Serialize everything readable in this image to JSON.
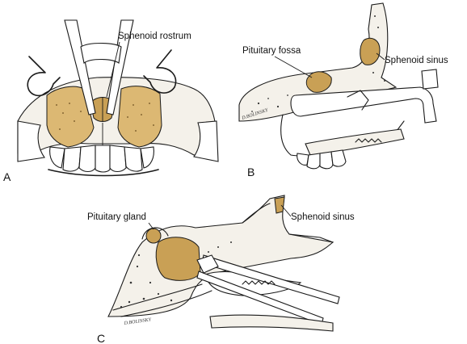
{
  "panels": {
    "a": {
      "letter": "A",
      "label_rostrum": "Sphenoid rostrum",
      "colors": {
        "sinus_fill": "#c9a055",
        "bone_fill": "#f4f1ea"
      }
    },
    "b": {
      "letter": "B",
      "label_fossa": "Pituitary fossa",
      "label_sinus": "Sphenoid sinus",
      "signature": "D.BOLINSKY"
    },
    "c": {
      "letter": "C",
      "label_gland": "Pituitary gland",
      "label_sinus": "Sphenoid sinus",
      "signature": "D.BOLINSKY"
    }
  }
}
